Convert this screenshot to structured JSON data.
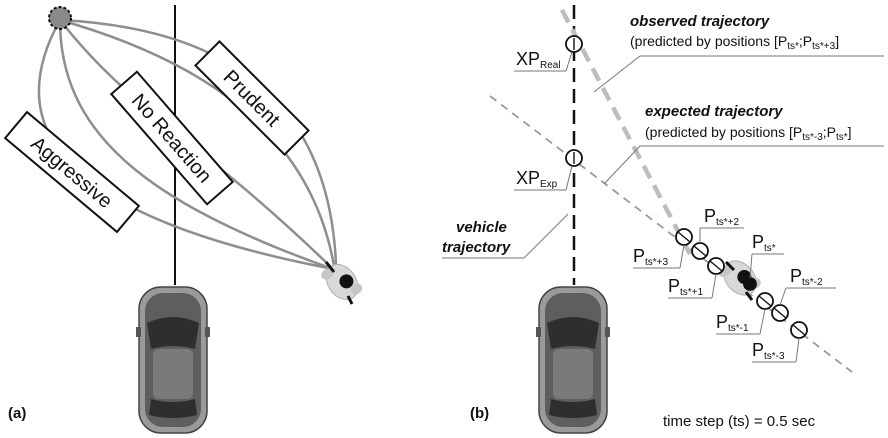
{
  "panel_a": {
    "label": "(a)",
    "boxes": {
      "aggressive": "Aggressive",
      "no_reaction": "No Reaction",
      "prudent": "Prudent"
    }
  },
  "panel_b": {
    "label": "(b)",
    "observed_title": "observed trajectory",
    "observed_desc_prefix": "(predicted by positions [P",
    "observed_sub1": "ts*",
    "observed_mid": ";P",
    "observed_sub2": "ts*+3",
    "observed_suffix": "]",
    "expected_title": "expected trajectory",
    "expected_desc_prefix": "(predicted by positions [P",
    "expected_sub1": "ts*-3",
    "expected_mid": ";P",
    "expected_sub2": "ts*",
    "expected_suffix": "]",
    "vehicle_line1": "vehicle",
    "vehicle_line2": "trajectory",
    "xp_real_main": "XP",
    "xp_real_sub": "Real",
    "xp_exp_main": "XP",
    "xp_exp_sub": "Exp",
    "p_main": "P",
    "p_subs": {
      "plus2": "ts*+2",
      "zero": "ts*",
      "plus3": "ts*+3",
      "plus1": "ts*+1",
      "minus2": "ts*-2",
      "minus1": "ts*-1",
      "minus3": "ts*-3"
    },
    "time_step": "time step (ts) = 0.5 sec"
  }
}
